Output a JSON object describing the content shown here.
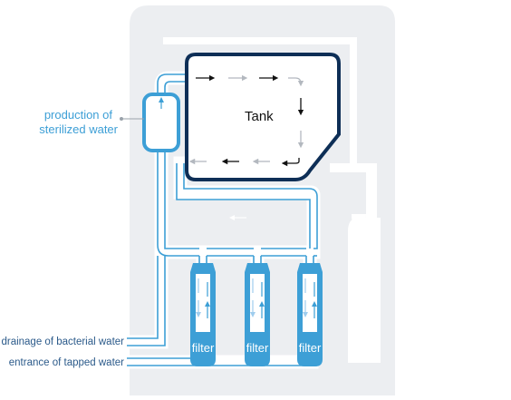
{
  "labels": {
    "sterilizer_line1": "production of",
    "sterilizer_line2": "sterilized water",
    "tank": "Tank",
    "filter_1": "filter",
    "filter_2": "filter",
    "filter_3": "filter",
    "drainage": "drainage of bacterial water",
    "entrance": "entrance of tapped water"
  },
  "colors": {
    "housing": "#eceef1",
    "tank_border": "#0e2f57",
    "pipe": "#3d9fd6",
    "label_blue": "#3d9fd6",
    "label_navy": "#2b5a8a",
    "arrow_dark": "#111111",
    "arrow_light": "#b3b8bf"
  }
}
